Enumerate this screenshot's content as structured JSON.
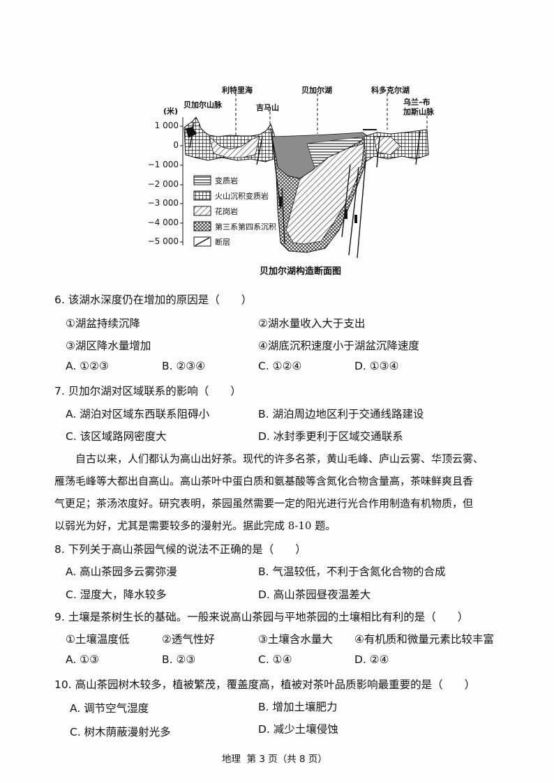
{
  "figure": {
    "unit_label": "(米)",
    "y_ticks": [
      "1 000",
      "0",
      "−1 000",
      "−2 000",
      "−3 000",
      "−4 000",
      "−5 000"
    ],
    "place_labels": {
      "baikal_range": "贝加尔山脉",
      "litiliha": "利特里海",
      "jima": "吉马山",
      "baikal_lake": "贝加尔湖",
      "kesuoke": "科多克尔湖",
      "ulan_line1": "乌兰–布",
      "ulan_line2": "加斯山脉"
    },
    "legend": [
      "变质岩",
      "火山沉积变质岩",
      "花岗岩",
      "第三系第四系沉积",
      "断层"
    ],
    "caption": "贝加尔湖构造断面图"
  },
  "questions": {
    "q6": {
      "stem": "6. 该湖水深度仍在增加的原因是（　　）",
      "items": [
        "①湖盆持续沉降",
        "②湖水量收入大于支出",
        "③湖区降水量增加",
        "④湖底沉积速度小于湖盆沉降速度"
      ],
      "choices": [
        "A. ①②③",
        "B. ②③④",
        "C. ①②④",
        "D. ①③④"
      ]
    },
    "q7": {
      "stem": "7. 贝加尔湖对区域联系的影响（　　）",
      "choices": [
        "A. 湖泊对区域东西联系阻碍小",
        "B. 湖泊周边地区利于交通线路建设",
        "C. 该区域路网密度大",
        "D. 冰封季更利于区域交通联系"
      ]
    },
    "passage": [
      "自古以来，人们都认为高山出好茶。现代的许多名茶，黄山毛峰、庐山云雾、华顶云雾、",
      "雁荡毛峰等大都出自高山。高山茶叶中蛋白质和氨基酸等含氮化合物含量高，茶味鲜爽且香",
      "气更足；茶汤浓度好。研究表明，茶园虽然需要一定的阳光进行光合作用制造有机物质，但",
      "以弱光为好，尤其是需要较多的漫射光。据此完成 8-10 题。"
    ],
    "q8": {
      "stem": "8. 下列关于高山茶园气候的说法不正确的是（　　）",
      "choices": [
        "A. 高山茶园多云雾弥漫",
        "B. 气温较低，不利于含氮化合物的合成",
        "C. 湿度大，降水较多",
        "D. 高山茶园昼夜温差大"
      ]
    },
    "q9": {
      "stem": "9. 土壤是茶树生长的基础。一般来说高山茶园与平地茶园的土壤相比有利的是（　　）",
      "items": [
        "①土壤温度低",
        "②透气性好",
        "③土壤含水量大",
        "④有机质和微量元素比较丰富"
      ],
      "choices": [
        "A. ①③",
        "B. ②③",
        "C. ①④",
        "D. ②④"
      ]
    },
    "q10": {
      "stem": "10. 高山茶园树木较多，植被繁茂，覆盖度高，植被对茶叶品质影响最重要的是（　　）",
      "choices": [
        "A. 调节空气湿度",
        "B. 增加土壤肥力",
        "C. 树木荫蔽漫射光多",
        "D. 减少土壤侵蚀"
      ]
    }
  },
  "footer": "地理  第 3 页（共 8 页）"
}
